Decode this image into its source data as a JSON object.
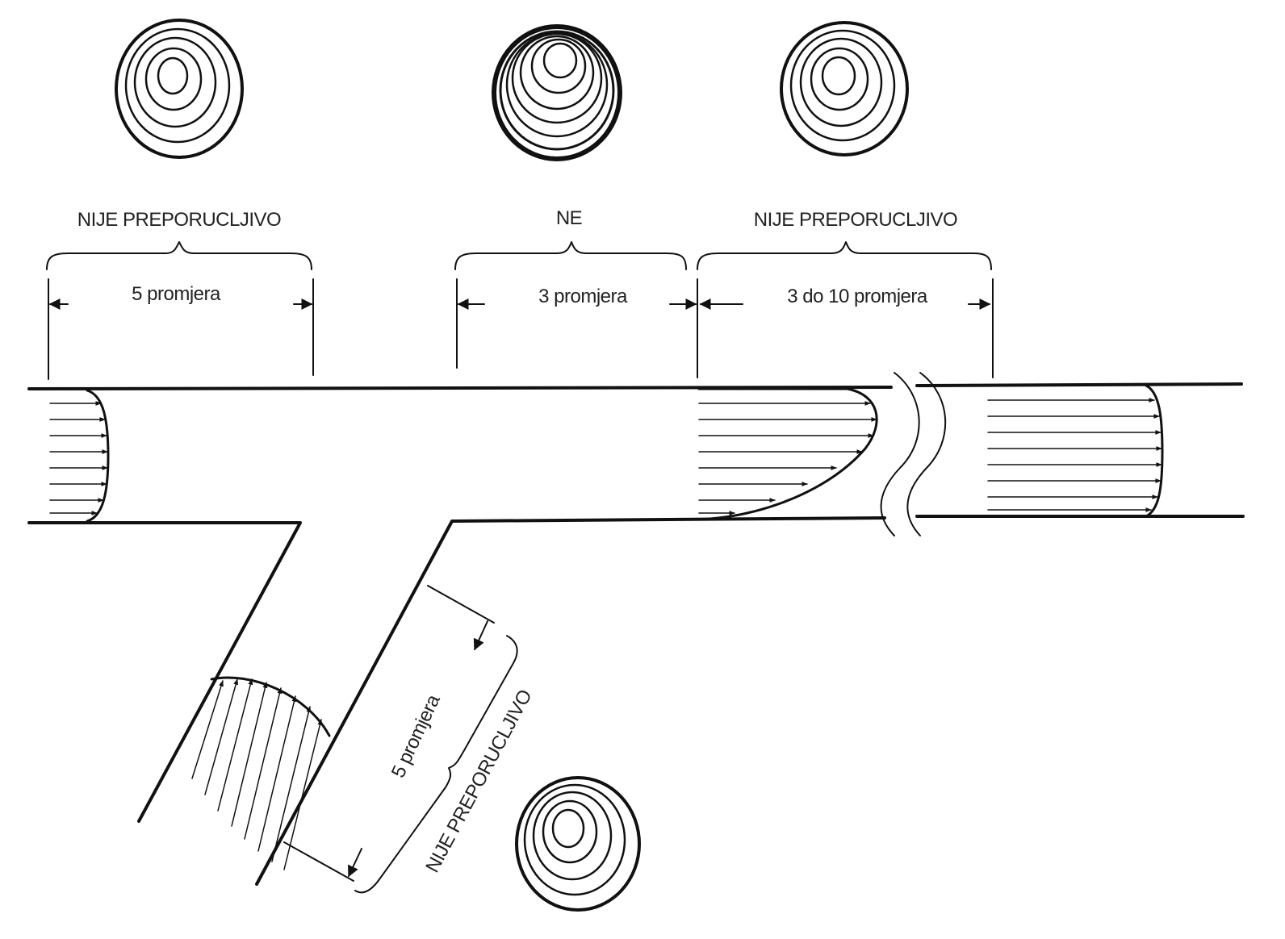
{
  "labels": {
    "top_left_verdict": "NIJE PREPORUCLJIVO",
    "top_left_distance": "5 promjera",
    "top_mid_verdict": "NE",
    "top_mid_distance": "3 promjera",
    "top_right_verdict": "NIJE PREPORUCLJIVO",
    "top_right_distance": "3 do 10 promjera",
    "branch_distance": "5 promjera",
    "branch_verdict": "NIJE PREPORUCLJIVO"
  }
}
